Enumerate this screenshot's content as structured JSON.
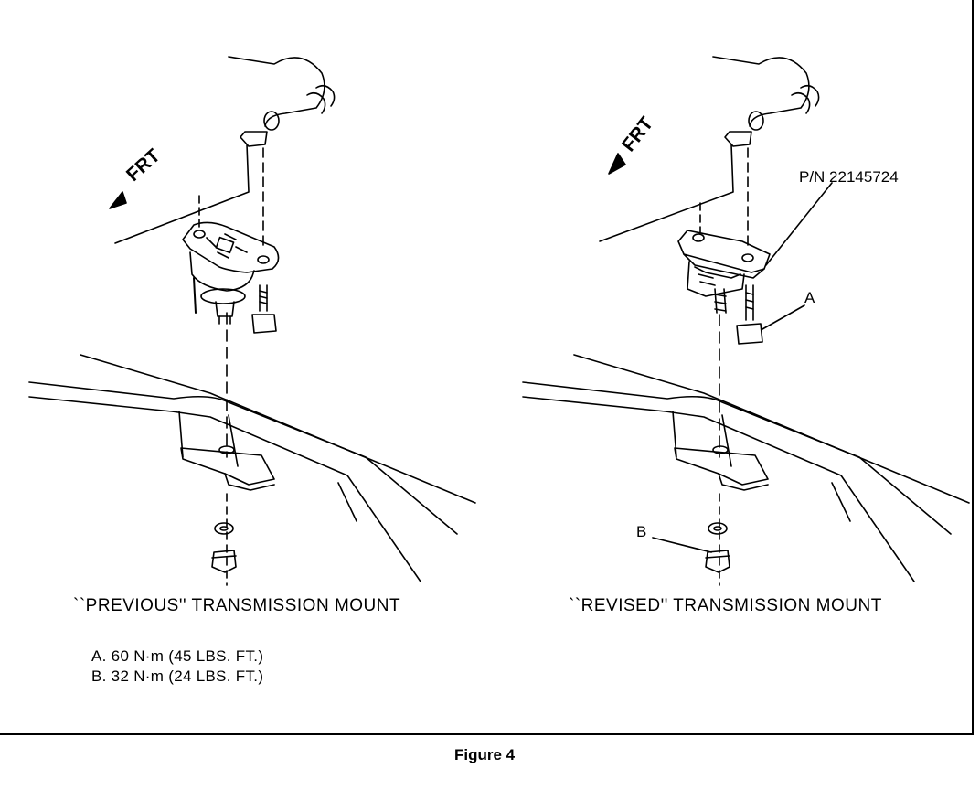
{
  "figure": {
    "caption": "Figure 4"
  },
  "panels": {
    "previous": {
      "title": "``PREVIOUS'' TRANSMISSION MOUNT",
      "direction": "FRT"
    },
    "revised": {
      "title": "``REVISED'' TRANSMISSION MOUNT",
      "direction": "FRT",
      "part_number": "P/N 22145724",
      "callouts": {
        "a": "A",
        "b": "B"
      }
    }
  },
  "torque_specs": [
    "A. 60 N·m (45 LBS. FT.)",
    "B. 32 N·m (24 LBS. FT.)"
  ],
  "colors": {
    "ink": "#000000",
    "paper": "#ffffff"
  }
}
